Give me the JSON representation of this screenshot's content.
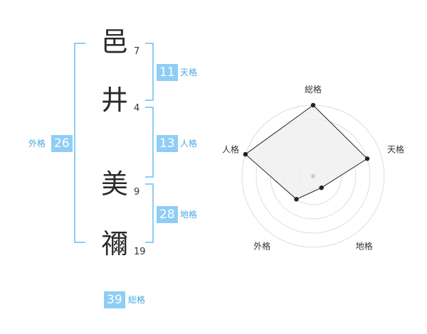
{
  "name": {
    "chars": [
      {
        "char": "邑",
        "strokes": "7"
      },
      {
        "char": "井",
        "strokes": "4"
      },
      {
        "char": "美",
        "strokes": "9"
      },
      {
        "char": "禰",
        "strokes": "19"
      }
    ]
  },
  "kaku": {
    "tenkaku": {
      "value": "11",
      "label": "天格"
    },
    "jinkaku": {
      "value": "13",
      "label": "人格"
    },
    "chikaku": {
      "value": "28",
      "label": "地格"
    },
    "gaikaku": {
      "value": "26",
      "label": "外格"
    },
    "soukaku": {
      "value": "39",
      "label": "総格"
    }
  },
  "colors": {
    "accent": "#8fcdf6",
    "label": "#4aa8e0",
    "radar_fill": "#f0f0f0",
    "radar_line": "#222222"
  },
  "chart_data": {
    "type": "radar",
    "axes": [
      "総格",
      "天格",
      "地格",
      "外格",
      "人格"
    ],
    "levels": 5,
    "values": [
      5,
      4,
      1,
      2,
      5
    ],
    "max": 5
  }
}
